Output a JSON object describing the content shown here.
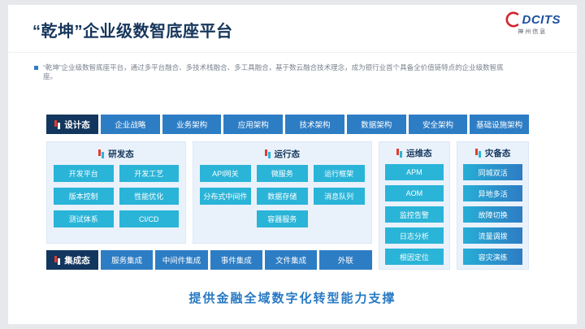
{
  "logo": {
    "brand": "DCITS",
    "company": "神州信息"
  },
  "header": {
    "title": "“乾坤”企业级数智底座平台"
  },
  "intro": {
    "text": "“乾坤”企业级数智底座平台，通过多平台融合、多技术栈融合、多工具融合，基于数云融合技术理念，成为银行业首个具备全价值链特点的企业级数智底座。"
  },
  "design": {
    "label": "设计态",
    "items": [
      "企业战略",
      "业务架构",
      "应用架构",
      "技术架构",
      "数据架构",
      "安全架构",
      "基础设施架构"
    ]
  },
  "dev": {
    "label": "研发态",
    "items": [
      "开发平台",
      "开发工艺",
      "版本控制",
      "性能优化",
      "测试体系",
      "CI/CD"
    ]
  },
  "runtime": {
    "label": "运行态",
    "items": [
      "API网关",
      "微服务",
      "运行框架",
      "分布式中间件",
      "数据存储",
      "消息队列"
    ],
    "wide": "容器服务"
  },
  "ops": {
    "label": "运维态",
    "items": [
      "APM",
      "AOM",
      "监控告警",
      "日志分析",
      "根因定位"
    ]
  },
  "disaster": {
    "label": "灾备态",
    "items": [
      "同城双活",
      "异地多活",
      "故障切换",
      "流量调拨",
      "容灾演练"
    ]
  },
  "integration": {
    "label": "集成态",
    "items": [
      "服务集成",
      "中间件集成",
      "事件集成",
      "文件集成",
      "外联"
    ]
  },
  "footer": {
    "text": "提供金融全域数字化转型能力支撑"
  },
  "colors": {
    "navy": "#13365e",
    "blue": "#2d7dc5",
    "cyan": "#2ab4d8",
    "panel_bg": "#e9f2fb",
    "accent_red": "#e03c31",
    "title_text": "#16365c"
  }
}
